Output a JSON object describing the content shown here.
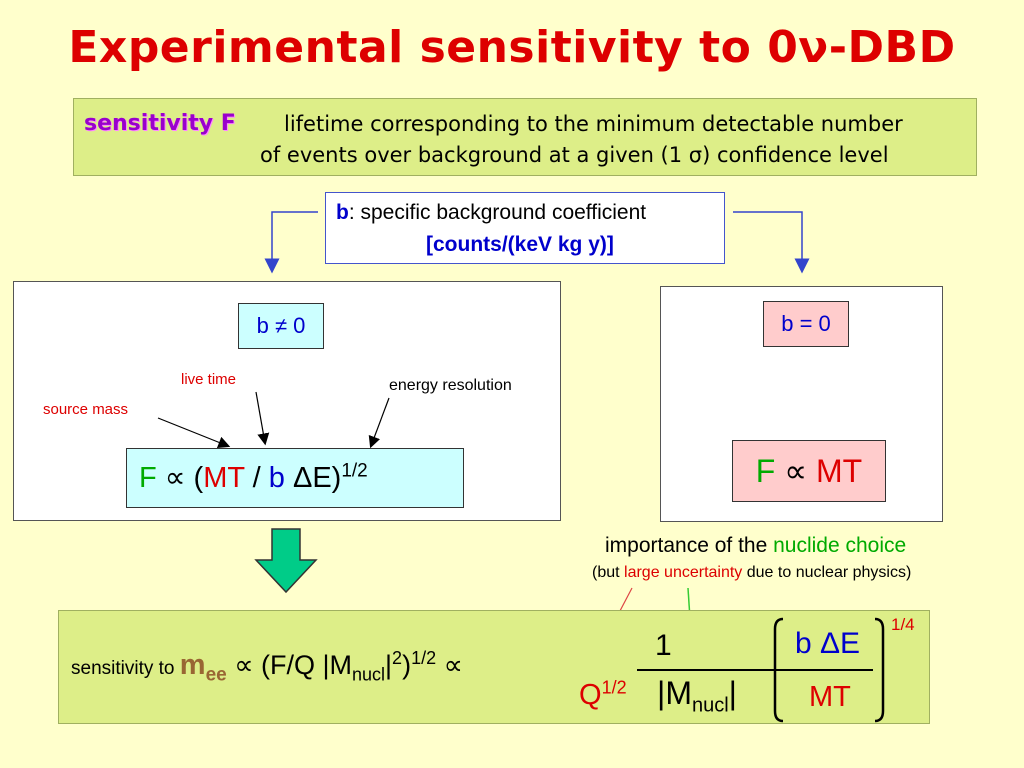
{
  "title": "Experimental sensitivity to 0ν-DBD",
  "definition": {
    "term": "sensitivity F",
    "line1": "lifetime corresponding to the minimum detectable number",
    "line2": "of events over background at a given (1 σ) confidence level"
  },
  "background_coefficient": {
    "symbol": "b",
    "text": ": specific background coefficient",
    "units": "[counts/(keV kg y)]"
  },
  "left_panel": {
    "condition": "b ≠ 0",
    "label_live_time": "live time",
    "label_source_mass": "source mass",
    "label_energy_resolution": "energy resolution",
    "formula": {
      "F": "F",
      "prop": " ∝ (",
      "MT": "MT",
      "slash": " / ",
      "b": "b",
      "dE": " ΔE)",
      "exp": "1/2"
    }
  },
  "right_panel": {
    "condition": "b = 0",
    "formula": {
      "F": "F",
      "prop": " ∝ ",
      "MT": "MT"
    }
  },
  "importance": {
    "line1_prefix": "importance of the ",
    "line1_highlight": "nuclide choice",
    "line2_prefix": "(but ",
    "line2_highlight": "large uncertainty",
    "line2_suffix": " due to nuclear physics)"
  },
  "bottom": {
    "prefix": "sensitivity to ",
    "m": "m",
    "m_sub": "ee",
    "rest1": " ∝ (F/Q |M",
    "nucl_sub": "nucl",
    "rest2": "|",
    "sq": "2",
    "rest3": ")",
    "half": "1/2",
    "rest4": " ∝",
    "num": "1",
    "q": "Q",
    "q_exp": "1/2",
    "mnucl_open": "|M",
    "mnucl_sub": "nucl",
    "mnucl_close": "|",
    "bde": "b ΔE",
    "mt": "MT",
    "quarter": "1/4"
  },
  "colors": {
    "title": "#dd0000",
    "accent_green": "#00aa00",
    "accent_blue": "#0000cc",
    "box_cyan": "#ccffff",
    "box_pink": "#ffcccc",
    "box_olive": "#ddee88"
  }
}
